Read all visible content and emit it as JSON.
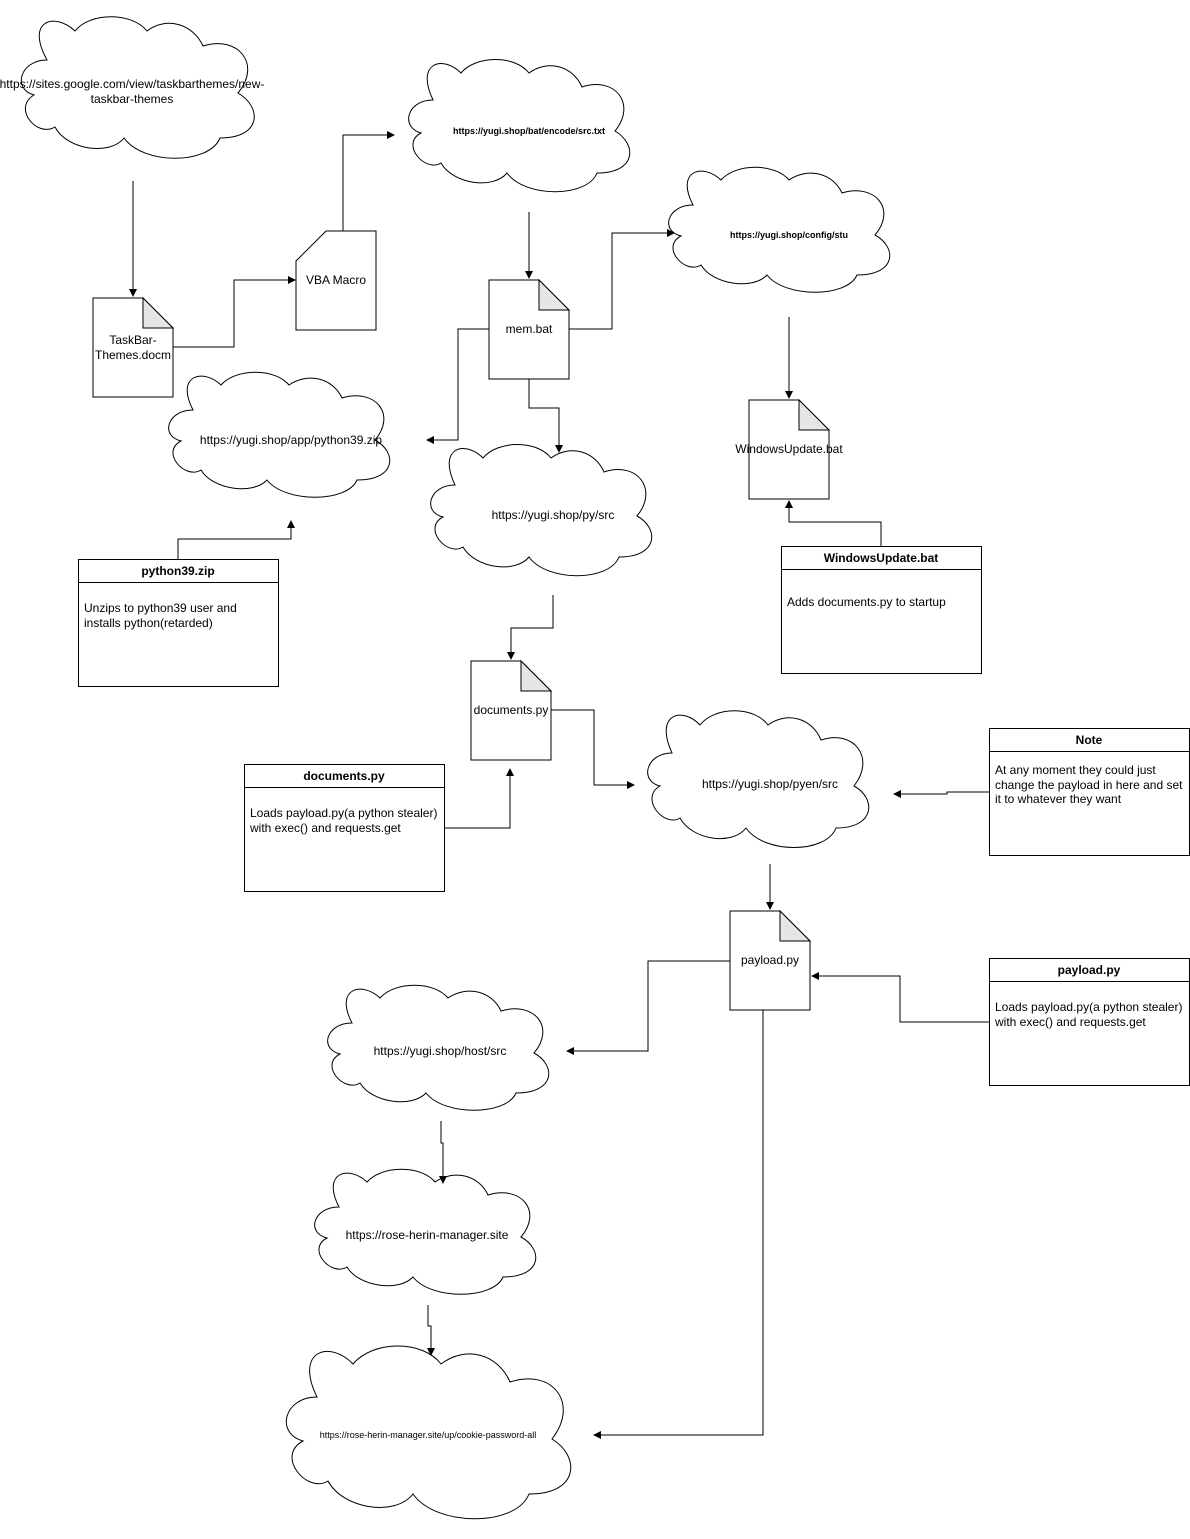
{
  "clouds": {
    "sites_google": {
      "line1": "https://sites.google.com/view/taskbarthemes/new-",
      "line2": "taskbar-themes"
    },
    "bat_encode": "https://yugi.shop/bat/encode/src.txt",
    "config_stu": "https://yugi.shop/config/stu",
    "app_python39": "https://yugi.shop/app/python39.zip",
    "py_src": "https://yugi.shop/py/src",
    "pyen_src": "https://yugi.shop/pyen/src",
    "host_src": "https://yugi.shop/host/src",
    "rose_site": "https://rose-herin-manager.site",
    "rose_upload": "https://rose-herin-manager.site/up/cookie-password-all"
  },
  "files": {
    "taskbar_docm": {
      "line1": "TaskBar-",
      "line2": "Themes.docm"
    },
    "vba_macro": "VBA Macro",
    "mem_bat": "mem.bat",
    "windows_update_bat": "WindowsUpdate.bat",
    "documents_py": "documents.py",
    "payload_py": "payload.py"
  },
  "notes": {
    "python39_zip": {
      "title": "python39.zip",
      "line1": "Unzips to python39 user and",
      "line2": "installs python(retarded)"
    },
    "windows_update": {
      "title": "WindowsUpdate.bat",
      "line1": "Adds documents.py to startup"
    },
    "documents_py": {
      "title": "documents.py",
      "line1": "Loads payload.py(a python stealer)",
      "line2": "with exec() and requests.get"
    },
    "note": {
      "title": "Note",
      "line1": "At any moment they could just",
      "line2": "change the payload in here and set",
      "line3": "it to whatever they want"
    },
    "payload_py": {
      "title": "payload.py",
      "line1": "Loads payload.py(a python stealer)",
      "line2": "with exec() and requests.get"
    }
  }
}
